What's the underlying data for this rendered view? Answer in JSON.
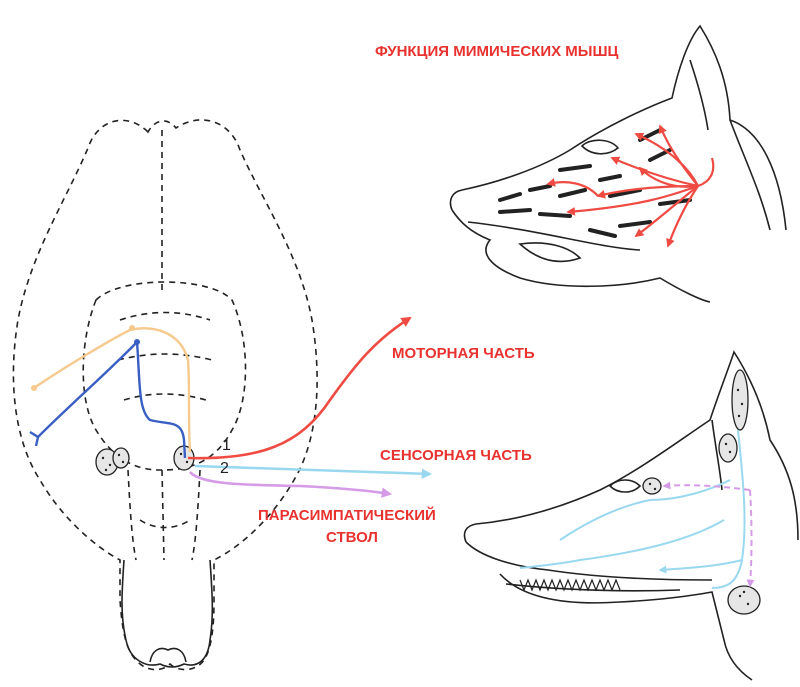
{
  "labels": {
    "facial_muscles": "ФУНКЦИЯ МИМИЧЕСКИХ МЫШЦ",
    "motor": "МОТОРНАЯ ЧАСТЬ",
    "sensory": "СЕНСОРНАЯ ЧАСТЬ",
    "parasympathetic_line1": "ПАРАСИМПАТИЧЕСКИЙ",
    "parasympathetic_line2": "СТВОЛ",
    "marker_1": "1",
    "marker_2": "2"
  },
  "colors": {
    "label_red": "#e8322f",
    "motor_red": "#ef4b43",
    "sensory_cyan": "#9ad8f0",
    "parasympathetic_pink": "#d59be6",
    "tract_blue": "#3a5fc4",
    "tract_orange": "#f6c98d",
    "outline": "#222222"
  },
  "icons": {
    "brain": "brain-ventral-outline",
    "dog_head_top": "dog-head-muscles-icon",
    "dog_head_bottom": "dog-head-glands-icon"
  }
}
